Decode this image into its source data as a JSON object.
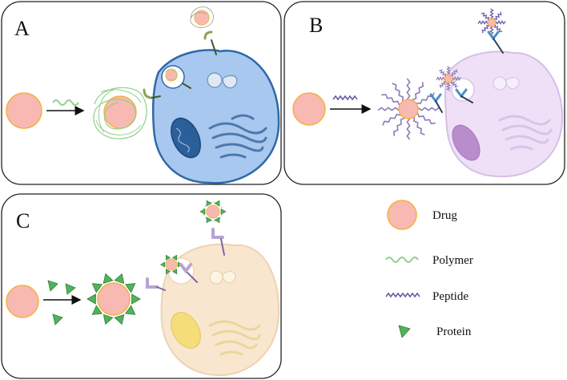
{
  "panels": [
    {
      "id": "A",
      "letter": "A"
    },
    {
      "id": "B",
      "letter": "B"
    },
    {
      "id": "C",
      "letter": "C"
    }
  ],
  "legend": {
    "drug": "Drug",
    "polymer": "Polymer",
    "peptide": "Peptide",
    "protein": "Protein"
  },
  "colors": {
    "drug_fill": "#f8b9b3",
    "drug_stroke": "#f3b23c",
    "polymer": "#8fd08b",
    "peptide": "#8a7bb8",
    "protein": "#4fb35a",
    "cell_a": "#a9c8ef",
    "cell_a_stroke": "#2f68a8",
    "cell_b": "#efe0f7",
    "cell_b_stroke": "#d6bfe6",
    "cell_c": "#f9e6cf",
    "cell_c_stroke": "#ecd3b4",
    "receptor_green": "#8aa35a",
    "receptor_blue": "#4a8fc4",
    "receptor_purple": "#b9a3d6"
  }
}
